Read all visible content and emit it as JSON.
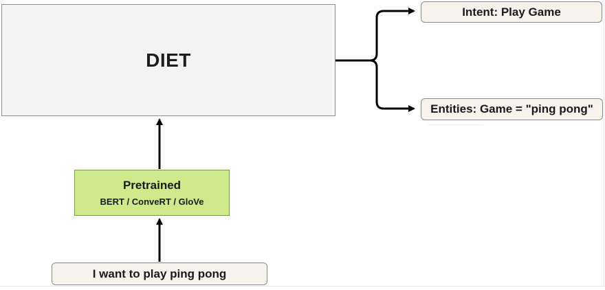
{
  "diagram": {
    "main_box": {
      "label": "DIET"
    },
    "pretrained": {
      "title": "Pretrained",
      "subtitle": "BERT / ConveRT / GloVe"
    },
    "input": {
      "label": "I want to play ping pong"
    },
    "outputs": {
      "intent": "Intent: Play Game",
      "entities": "Entities: Game = \"ping pong\""
    }
  },
  "colors": {
    "main_box_fill": "#f4f4f4",
    "pretrained_fill": "#cdeb8b",
    "pill_fill": "#f6f3ec",
    "arrow": "#000000"
  }
}
